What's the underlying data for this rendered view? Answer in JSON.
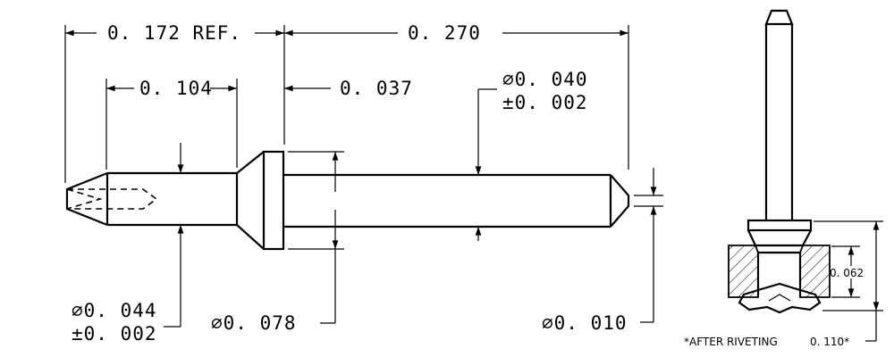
{
  "dimensions": {
    "ref_length": "0. 172 REF.",
    "total_length": "0. 270",
    "tip_length": "0. 104",
    "collar_length": "0. 037",
    "shaft_diameter_line1": "⌀0. 040",
    "shaft_diameter_line2": "±0. 002",
    "tip_diameter_line1": "⌀0. 044",
    "tip_diameter_line2": "±0. 002",
    "collar_diameter": "⌀0. 078",
    "end_diameter": "⌀0. 010",
    "panel_thickness": "0. 062",
    "rivet_height": "0. 110*",
    "footnote": "*AFTER RIVETING"
  }
}
